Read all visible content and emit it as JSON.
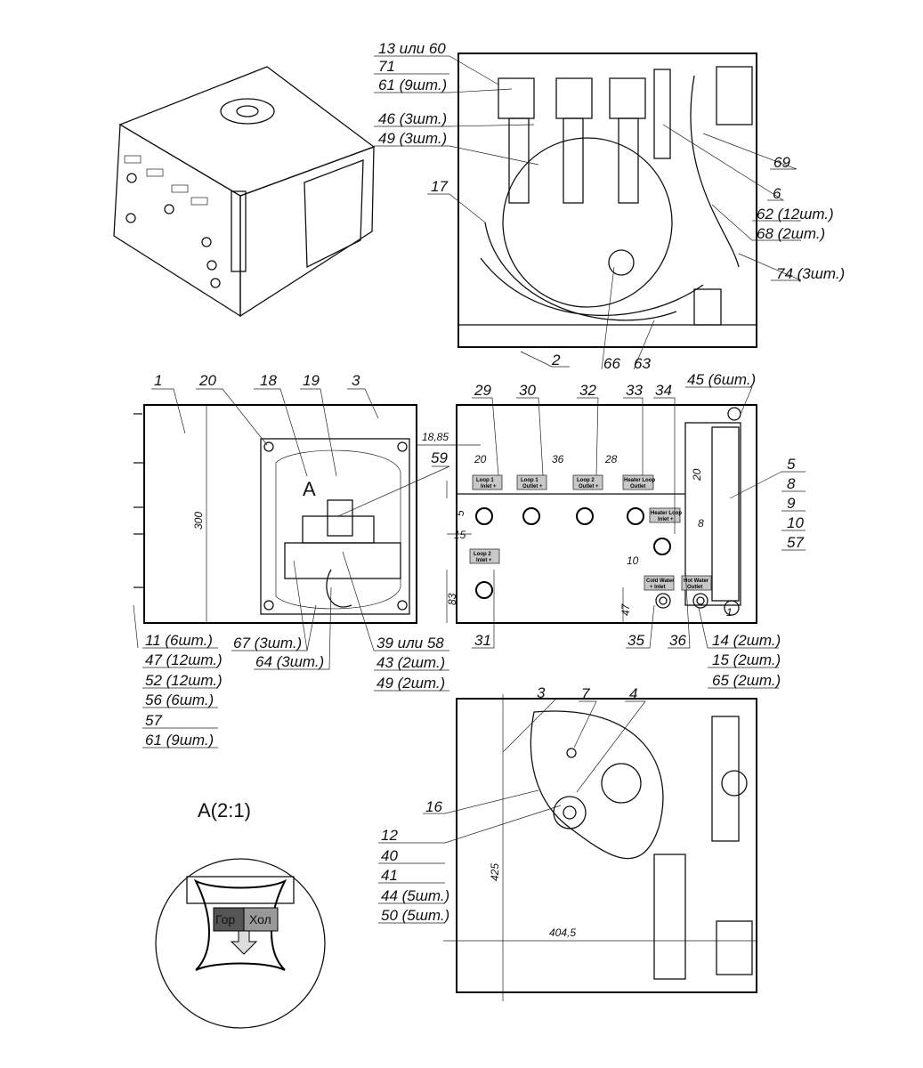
{
  "top_view": {
    "callouts": [
      "13 или 60",
      "71",
      "61 (9шт.)",
      "46 (3шт.)",
      "49 (3шт.)",
      "17",
      "69",
      "6",
      "62 (12шт.)",
      "68 (2шт.)",
      "74 (3шт.)",
      "2",
      "66",
      "63"
    ]
  },
  "front_view": {
    "callouts": [
      "1",
      "20",
      "18",
      "19",
      "3",
      "59",
      "11 (6шт.)",
      "47 (12шт.)",
      "52 (12шт.)",
      "56 (6шт.)",
      "57",
      "61 (9шт.)",
      "67 (3шт.)",
      "64 (3шт.)",
      "39 или 58",
      "43 (2шт.)",
      "49 (2шт.)"
    ],
    "section_mark": "A",
    "dims": {
      "height": "300",
      "offset": "18,85"
    }
  },
  "side_view": {
    "callouts": [
      "29",
      "30",
      "32",
      "33",
      "34",
      "45 (6шт.)",
      "5",
      "8",
      "9",
      "10",
      "57",
      "31",
      "35",
      "36",
      "14 (2шт.)",
      "15 (2шт.)",
      "65 (2шт.)"
    ],
    "dims": [
      "20",
      "36",
      "28",
      "20",
      "5",
      "15",
      "8",
      "10",
      "83",
      "47",
      "1"
    ],
    "panel_labels": [
      {
        "l1": "Loop 1",
        "l2": "Inlet +"
      },
      {
        "l1": "Loop 1",
        "l2": "Outlet +"
      },
      {
        "l1": "Loop 2",
        "l2": "Outlet +"
      },
      {
        "l1": "Heater Loop",
        "l2": "Outlet"
      },
      {
        "l1": "Heater Loop",
        "l2": "Inlet +"
      },
      {
        "l1": "Loop 2",
        "l2": "Inlet +"
      },
      {
        "l1": "Cold Water",
        "l2": "+ Inlet"
      },
      {
        "l1": "Hot Water",
        "l2": "Outlet"
      }
    ]
  },
  "bottom_view": {
    "callouts": [
      "3",
      "7",
      "4",
      "16",
      "12",
      "40",
      "41",
      "44 (5шт.)",
      "50 (5шт.)"
    ],
    "dims": {
      "height": "425",
      "width": "404,5"
    }
  },
  "detail": {
    "title": "A(2:1)",
    "hot_label": "Гор",
    "cold_label": "Хол"
  }
}
